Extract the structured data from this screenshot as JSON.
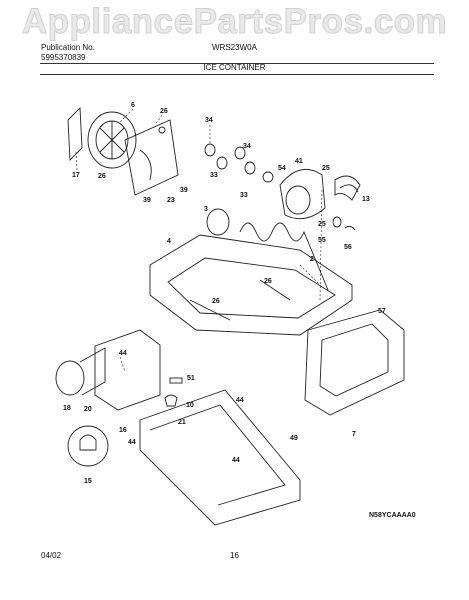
{
  "watermark": "AppliancePartsPros.com",
  "header": {
    "publication_label": "Publication No.",
    "publication_number": "5995370839",
    "model": "WRS23W0A",
    "section_title": "ICE CONTAINER"
  },
  "diagram": {
    "callouts": [
      "6",
      "26",
      "17",
      "34",
      "34",
      "33",
      "33",
      "54",
      "41",
      "25",
      "26",
      "39",
      "23",
      "39",
      "13",
      "3",
      "25",
      "55",
      "56",
      "4",
      "2",
      "26",
      "26",
      "57",
      "44",
      "51",
      "18",
      "20",
      "10",
      "44",
      "21",
      "16",
      "44",
      "15",
      "44",
      "49",
      "7"
    ],
    "code": "N58YCAAAA0"
  },
  "footer": {
    "date": "04/02",
    "page": "16"
  }
}
